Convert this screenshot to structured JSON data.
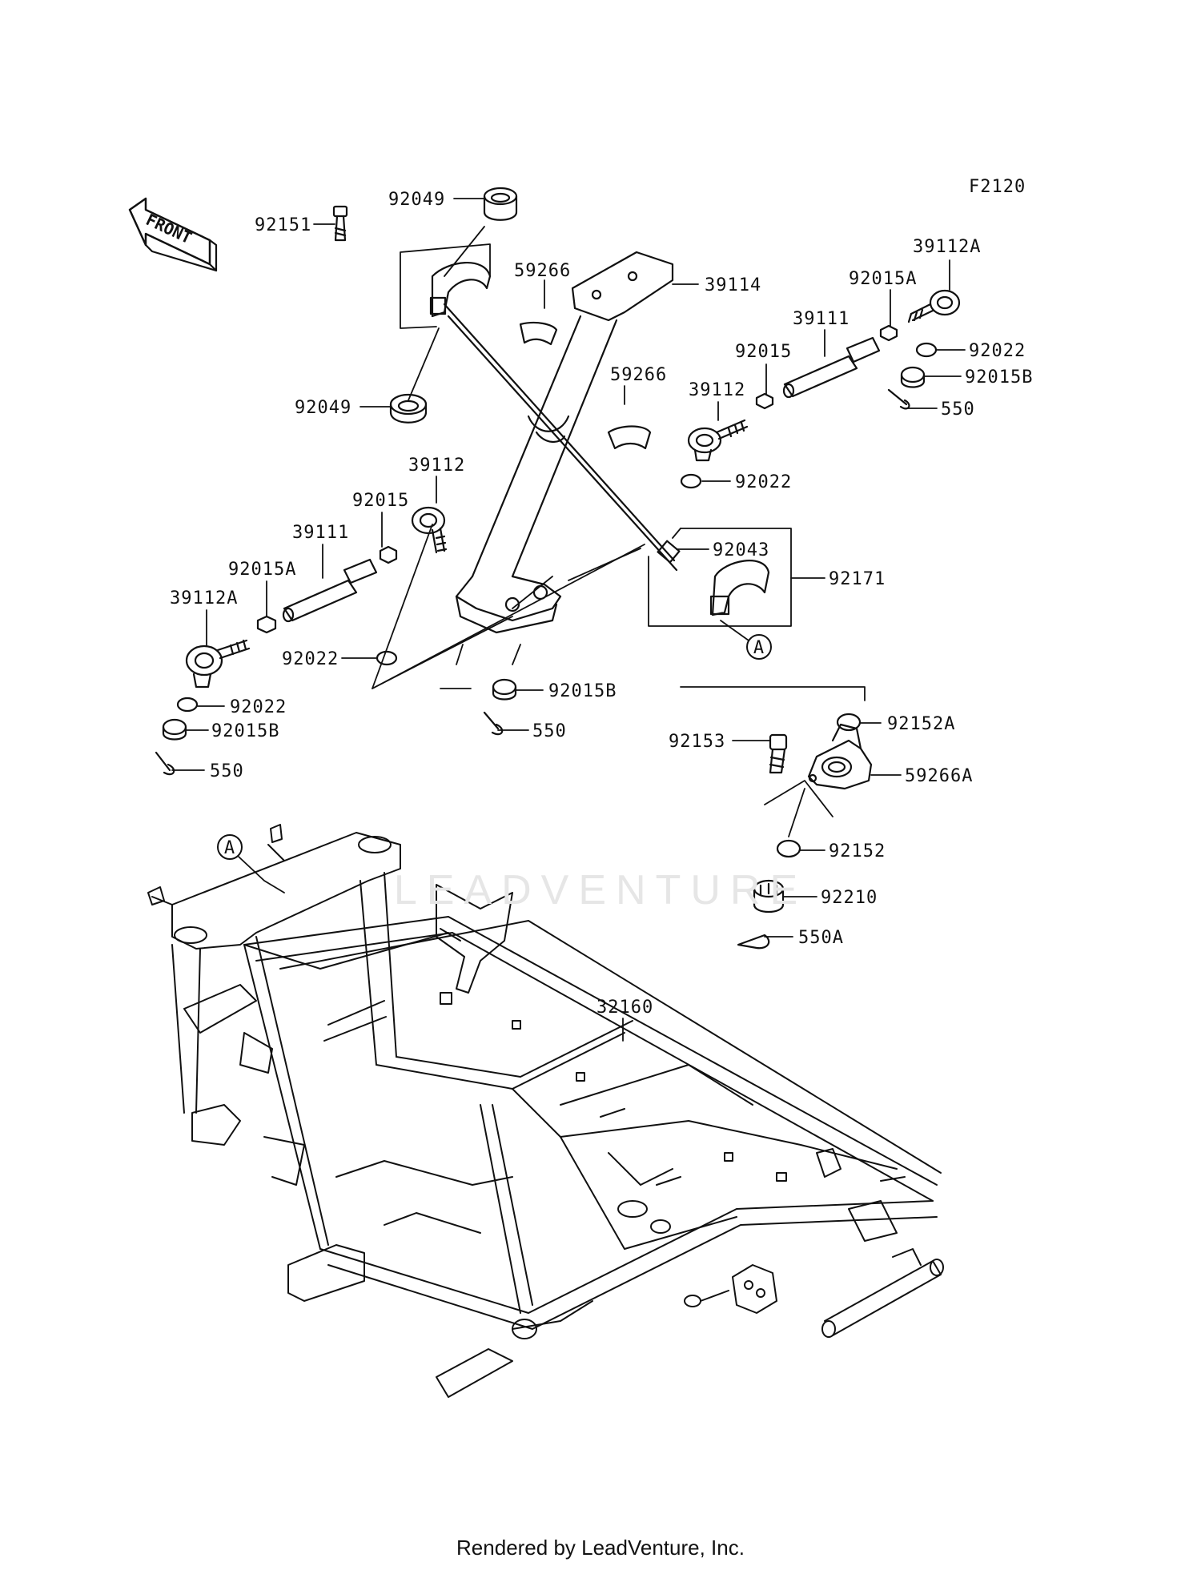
{
  "diagram": {
    "code": "F2120",
    "front_label": "FRONT",
    "watermark": "LEADVENTURE",
    "footer": "Rendered by LeadVenture, Inc.",
    "callouts": {
      "a_top": "A",
      "a_bottom": "A"
    },
    "parts": {
      "p92151": "92151",
      "p92049_top": "92049",
      "p92049_bottom": "92049",
      "p59266_top": "59266",
      "p59266_mid": "59266",
      "p39114": "39114",
      "p39112A_right": "39112A",
      "p92015A_right": "92015A",
      "p39111_right": "39111",
      "p92015_right": "92015",
      "p92022_right_top": "92022",
      "p92015B_right": "92015B",
      "p550_right": "550",
      "p39112_right": "39112",
      "p92022_right_mid": "92022",
      "p92043": "92043",
      "p92171": "92171",
      "p39112_left": "39112",
      "p92015_left": "92015",
      "p39111_left": "39111",
      "p92015A_left": "92015A",
      "p39112A_left": "39112A",
      "p92022_left_mid": "92022",
      "p92022_left_low": "92022",
      "p92015B_left": "92015B",
      "p550_left": "550",
      "p92015B_center": "92015B",
      "p550_center": "550",
      "p92152A": "92152A",
      "p92153": "92153",
      "p59266A": "59266A",
      "p92152": "92152",
      "p92210": "92210",
      "p550A": "550A",
      "p32160": "32160"
    }
  }
}
